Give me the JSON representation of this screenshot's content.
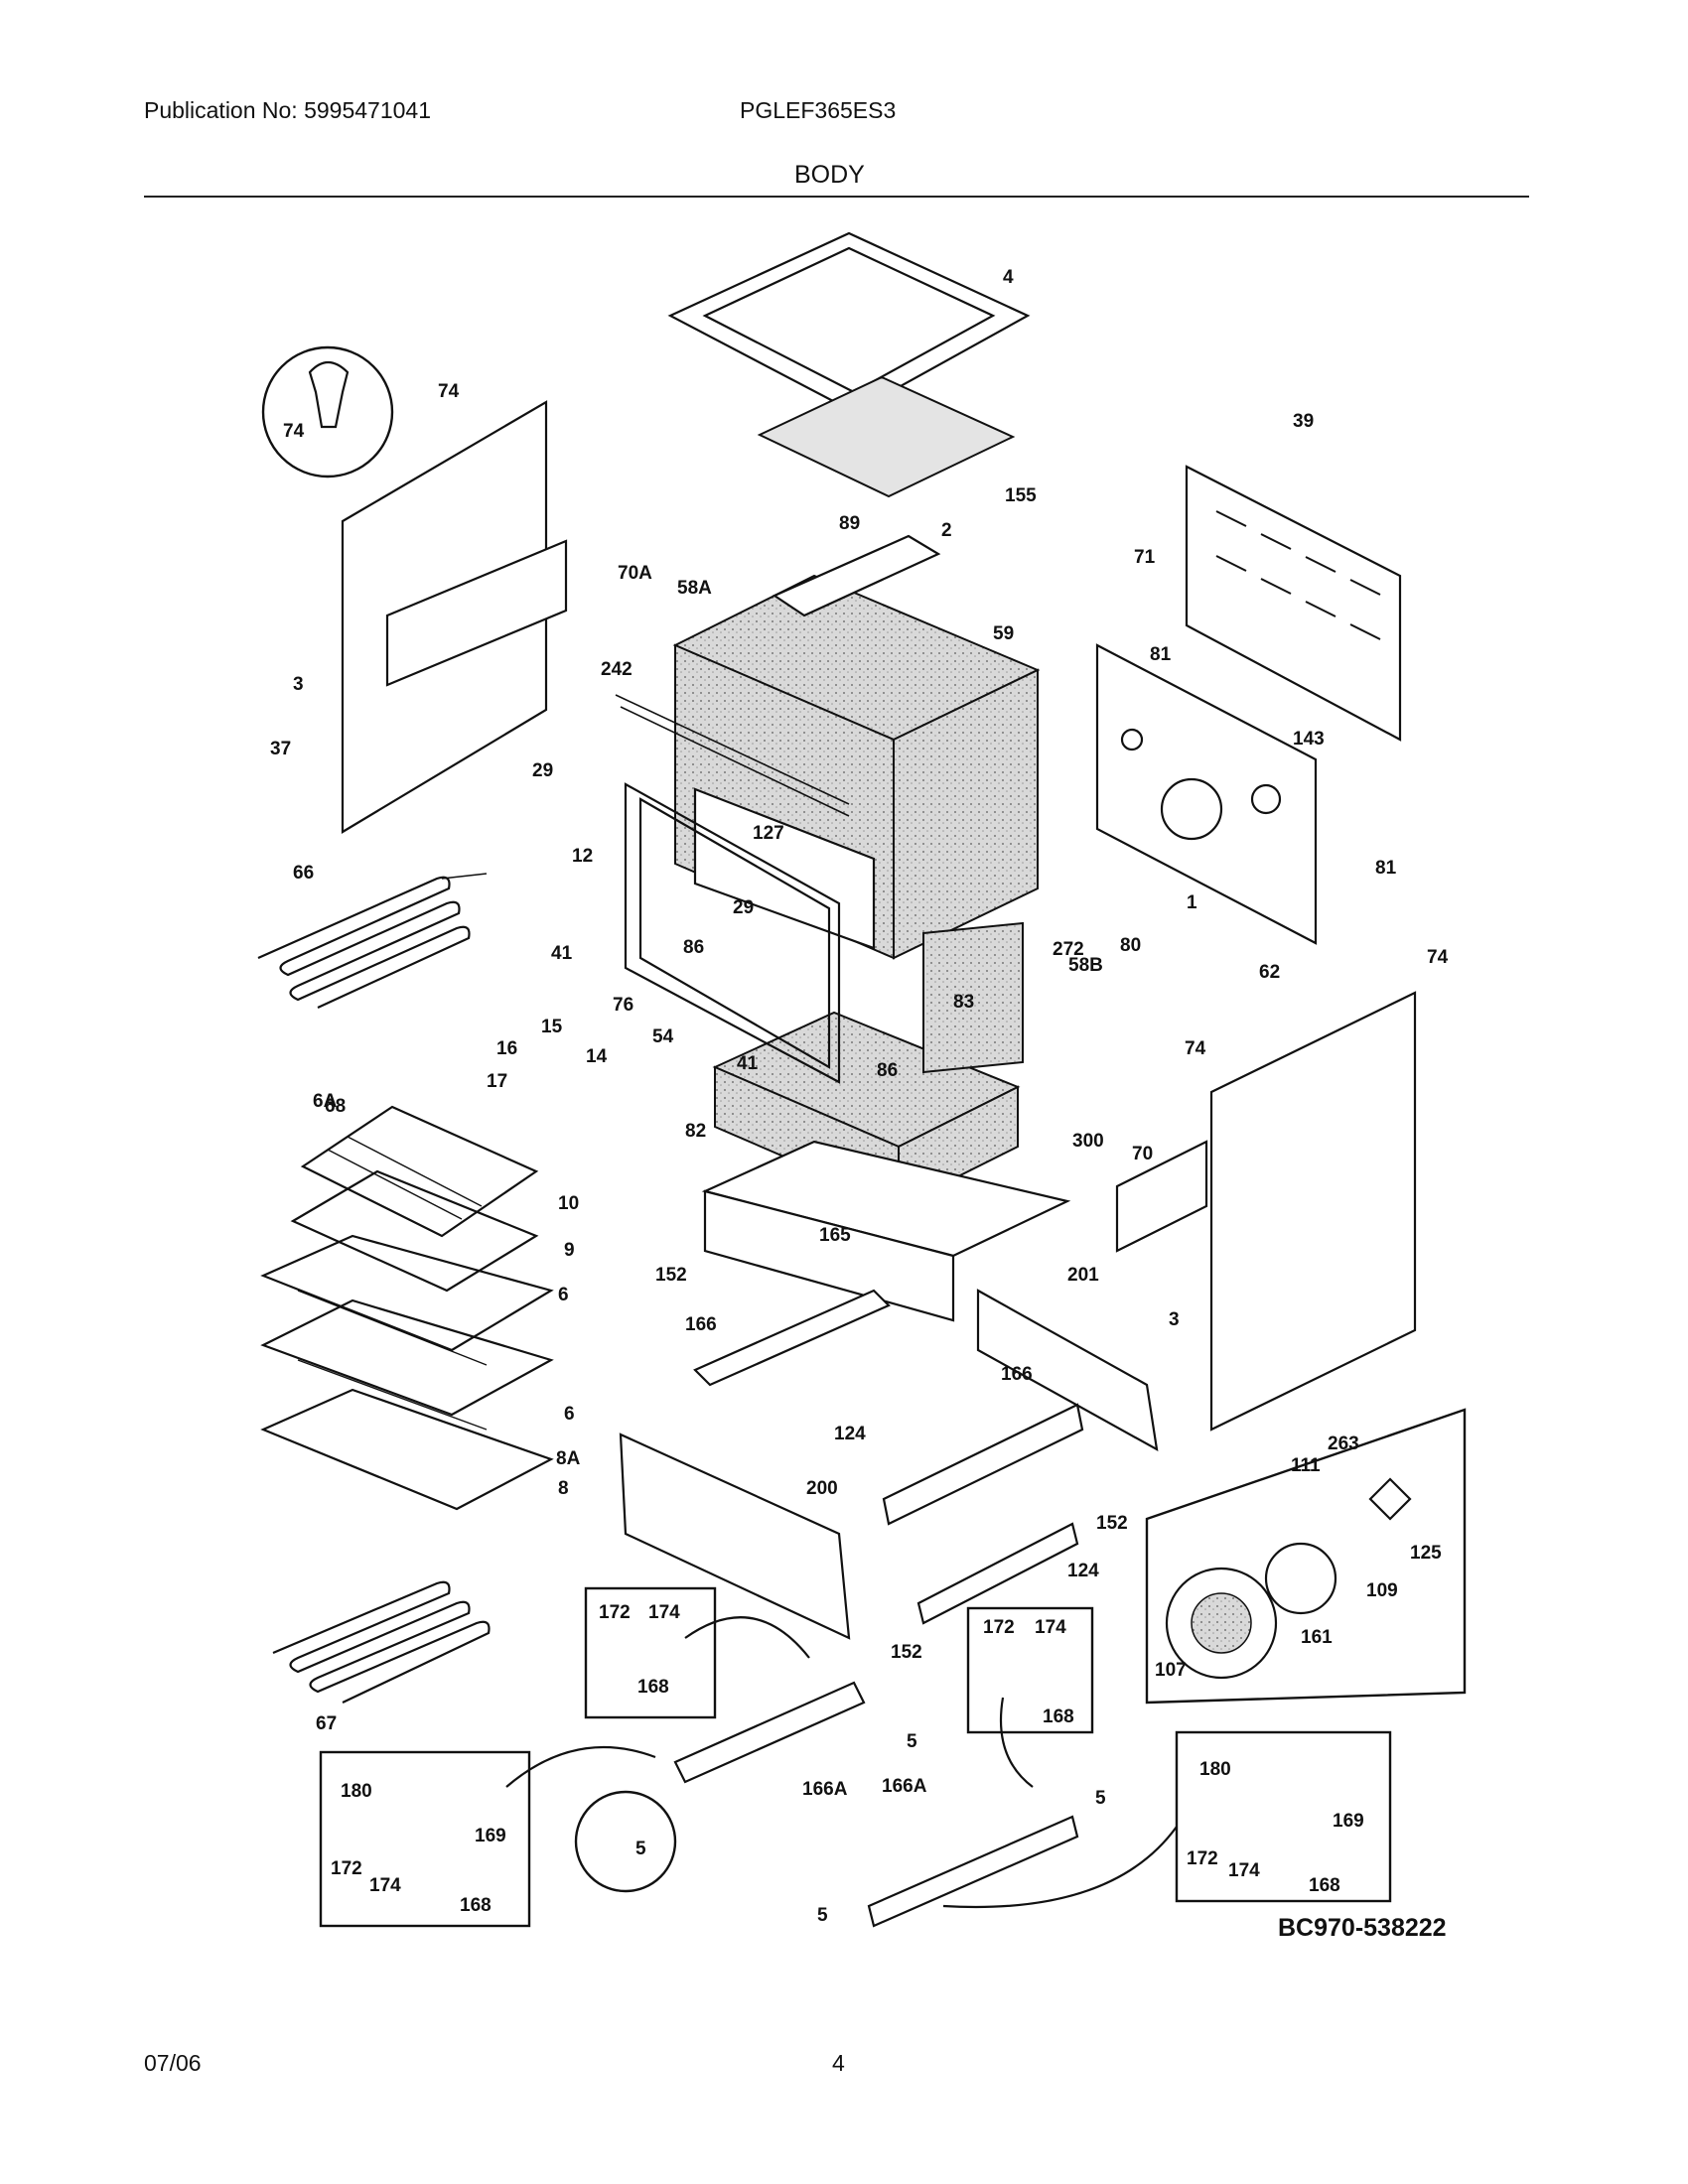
{
  "header": {
    "publication": "Publication No: 5995471041",
    "model": "PGLEF365ES3",
    "section": "BODY"
  },
  "footer": {
    "date": "07/06",
    "page": "4"
  },
  "diagram": {
    "code": "BC970-538222",
    "labels": {
      "p1": "1",
      "p2": "2",
      "p3a": "3",
      "p3b": "3",
      "p4": "4",
      "p5a": "5",
      "p5b": "5",
      "p5c": "5",
      "p5d": "5",
      "p6a": "6",
      "p6b": "6",
      "p6A": "6A",
      "p8": "8",
      "p8A": "8A",
      "p9": "9",
      "p10": "10",
      "p12": "12",
      "p14": "14",
      "p15": "15",
      "p16": "16",
      "p17": "17",
      "p29a": "29",
      "p29b": "29",
      "p37": "37",
      "p39": "39",
      "p41a": "41",
      "p41b": "41",
      "p54": "54",
      "p58A": "58A",
      "p58B": "58B",
      "p59": "59",
      "p62": "62",
      "p66": "66",
      "p67": "67",
      "p68": "68",
      "p70": "70",
      "p70A": "70A",
      "p71": "71",
      "p74a": "74",
      "p74b": "74",
      "p74c": "74",
      "p74d": "74",
      "p76": "76",
      "p80": "80",
      "p81a": "81",
      "p81b": "81",
      "p82": "82",
      "p83": "83",
      "p86a": "86",
      "p86b": "86",
      "p89": "89",
      "p107": "107",
      "p109": "109",
      "p111": "111",
      "p124a": "124",
      "p124b": "124",
      "p125": "125",
      "p127": "127",
      "p143": "143",
      "p152a": "152",
      "p152b": "152",
      "p152c": "152",
      "p155": "155",
      "p161": "161",
      "p165": "165",
      "p166a": "166",
      "p166b": "166",
      "p166Aa": "166A",
      "p166Ab": "166A",
      "p168a": "168",
      "p168b": "168",
      "p168c": "168",
      "p168d": "168",
      "p169a": "169",
      "p169b": "169",
      "p172a": "172",
      "p172b": "172",
      "p172c": "172",
      "p172d": "172",
      "p174a": "174",
      "p174b": "174",
      "p174c": "174",
      "p174d": "174",
      "p180a": "180",
      "p180b": "180",
      "p200": "200",
      "p201": "201",
      "p242": "242",
      "p263": "263",
      "p272": "272",
      "p300": "300"
    }
  }
}
